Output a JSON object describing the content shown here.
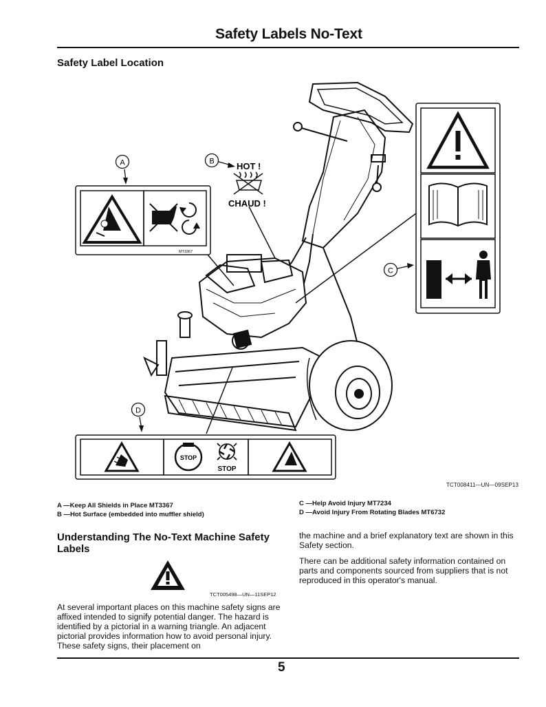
{
  "header": {
    "title": "Safety Labels No-Text"
  },
  "section": {
    "heading": "Safety Label Location"
  },
  "figure": {
    "callouts": [
      "A",
      "B",
      "C",
      "D"
    ],
    "hot_text": "HOT !",
    "chaud_text": "CHAUD !",
    "label_a_code": "MT3367",
    "stop_text_1": "STOP",
    "stop_text_2": "STOP",
    "id": "TCT008411—UN—09SEP13",
    "icons": [
      "crush-hazard-icon",
      "rotating-parts-icon",
      "warning-triangle-icon",
      "read-manual-icon",
      "keep-distance-icon",
      "hand-cut-icon",
      "stop-engine-icon",
      "blade-hazard-icon"
    ]
  },
  "legend": {
    "a": "A —Keep All Shields in Place MT3367",
    "b": "B —Hot Surface (embedded into muffler shield)",
    "c": "C —Help Avoid Injury MT7234",
    "d": "D —Avoid Injury From Rotating Blades MT6732"
  },
  "understanding": {
    "heading": "Understanding The No-Text Machine Safety Labels",
    "image_id": "TCT005498—UN—11SEP12",
    "para1": "At several important places on this machine safety signs are affixed intended to signify potential danger. The hazard is identified by a pictorial in a warning triangle. An adjacent pictorial provides information how to avoid personal injury. These safety signs, their placement on",
    "para2": "the machine and a brief explanatory text are shown in this Safety section.",
    "para3": "There can be additional safety information contained on parts and components sourced from suppliers that is not reproduced in this operator's manual."
  },
  "footer": {
    "page_number": "5"
  }
}
